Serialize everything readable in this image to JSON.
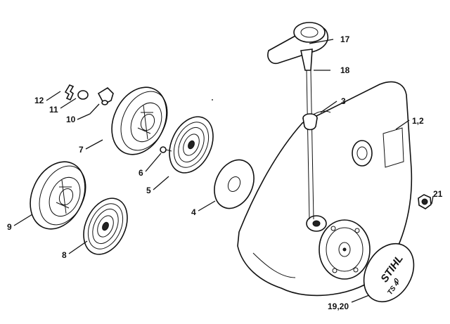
{
  "diagram": {
    "type": "exploded-parts-diagram",
    "callouts": [
      {
        "id": "12",
        "label": "12",
        "part": "spring-clip"
      },
      {
        "id": "11",
        "label": "11",
        "part": "washer"
      },
      {
        "id": "10",
        "label": "10",
        "part": "pawl"
      },
      {
        "id": "7",
        "label": "7",
        "part": "rope-rotor"
      },
      {
        "id": "6",
        "label": "6",
        "part": "screw"
      },
      {
        "id": "5",
        "label": "5",
        "part": "rewind-spring"
      },
      {
        "id": "4",
        "label": "4",
        "part": "disc-washer"
      },
      {
        "id": "9",
        "label": "9",
        "part": "rope-rotor-alt"
      },
      {
        "id": "8",
        "label": "8",
        "part": "rewind-spring-alt"
      },
      {
        "id": "17",
        "label": "17",
        "part": "starter-grip"
      },
      {
        "id": "18",
        "label": "18",
        "part": "starter-rope"
      },
      {
        "id": "3",
        "label": "3",
        "part": "rope-guide-bush"
      },
      {
        "id": "1,2",
        "label": "1,2",
        "part": "fan-housing"
      },
      {
        "id": "21",
        "label": "21",
        "part": "nut"
      },
      {
        "id": "19,20",
        "label": "19,20",
        "part": "model-plate"
      }
    ],
    "logo": {
      "brand": "STIHL",
      "model_prefix": "TS 4",
      "model_suffix": "0"
    }
  }
}
